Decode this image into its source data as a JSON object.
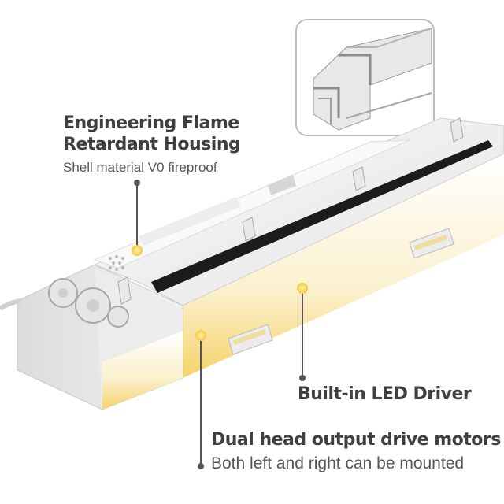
{
  "callouts": {
    "housing": {
      "title_line1": "Engineering Flame",
      "title_line2": "Retardant Housing",
      "subtitle": "Shell material V0 fireproof"
    },
    "driver": {
      "title": "Built-in LED Driver"
    },
    "motors": {
      "title": "Dual head output drive motors",
      "subtitle": "Both left and right can be mounted"
    }
  },
  "colors": {
    "housing_white": "#f3f3f3",
    "housing_shadow": "#d9d9d9",
    "track_black": "#1c1c1c",
    "led_glow": "#f5d36a",
    "marker_dot": "#f2d34f",
    "leader_line": "#555555",
    "inset_border": "#bdbdbd"
  },
  "icons": [
    "inset-profile-image",
    "rail-product-image",
    "gear-icon",
    "clip-icon"
  ]
}
